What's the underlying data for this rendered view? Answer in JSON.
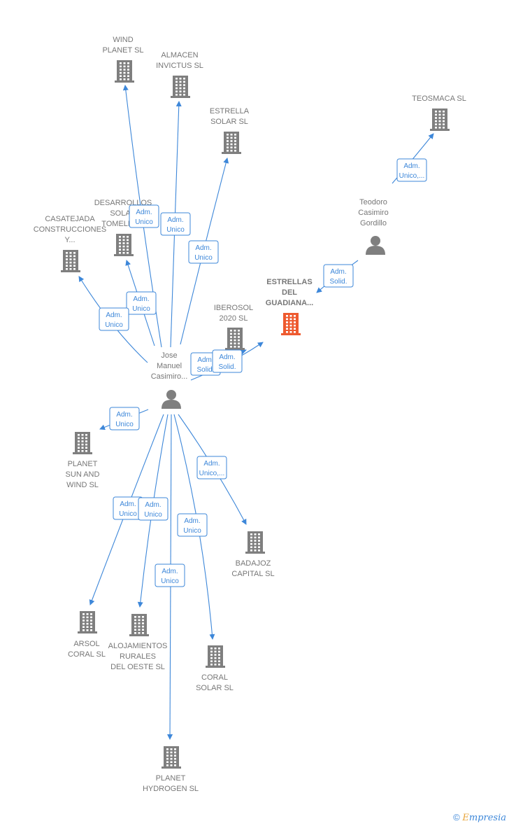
{
  "colors": {
    "edge": "#3d87d9",
    "building": "#7f7f7f",
    "building_main": "#ee5a2f",
    "person": "#7f7f7f",
    "label": "#777777"
  },
  "nodes": [
    {
      "id": "wind_planet",
      "type": "company",
      "label_lines": [
        "WIND",
        "PLANET  SL"
      ]
    },
    {
      "id": "almacen",
      "type": "company",
      "label_lines": [
        "ALMACEN",
        "INVICTUS  SL"
      ]
    },
    {
      "id": "estrella_solar",
      "type": "company",
      "label_lines": [
        "ESTRELLA",
        "SOLAR  SL"
      ]
    },
    {
      "id": "teosmaca",
      "type": "company",
      "label_lines": [
        "TEOSMACA  SL"
      ]
    },
    {
      "id": "desarrollos",
      "type": "company",
      "label_lines": [
        "DESARROLLOS",
        "SOLAR",
        "TOMELLO..."
      ]
    },
    {
      "id": "casatejada",
      "type": "company",
      "label_lines": [
        "CASATEJADA",
        "CONSTRUCCIONES",
        "Y..."
      ]
    },
    {
      "id": "teodoro",
      "type": "person",
      "label_lines": [
        "Teodoro",
        "Casimiro",
        "Gordillo"
      ]
    },
    {
      "id": "estrellas",
      "type": "company_main",
      "label_lines": [
        "ESTRELLAS",
        "DEL",
        "GUADIANA..."
      ]
    },
    {
      "id": "iberosol",
      "type": "company",
      "label_lines": [
        "IBEROSOL",
        "2020  SL"
      ]
    },
    {
      "id": "jose",
      "type": "person",
      "label_lines": [
        "Jose",
        "Manuel",
        "Casimiro..."
      ]
    },
    {
      "id": "planet_sun",
      "type": "company",
      "label_lines": [
        "PLANET",
        "SUN AND",
        "WIND  SL"
      ]
    },
    {
      "id": "badajoz",
      "type": "company",
      "label_lines": [
        "BADAJOZ",
        "CAPITAL  SL"
      ]
    },
    {
      "id": "arsol",
      "type": "company",
      "label_lines": [
        "ARSOL",
        "CORAL  SL"
      ]
    },
    {
      "id": "alojamientos",
      "type": "company",
      "label_lines": [
        "ALOJAMIENTOS",
        "RURALES",
        "DEL OESTE SL"
      ]
    },
    {
      "id": "coral_solar",
      "type": "company",
      "label_lines": [
        "CORAL",
        "SOLAR  SL"
      ]
    },
    {
      "id": "planet_hydrogen",
      "type": "company",
      "label_lines": [
        "PLANET",
        "HYDROGEN  SL"
      ]
    }
  ],
  "edges": [
    {
      "from": "jose",
      "to": "wind_planet",
      "label_lines": [
        "Adm.",
        "Unico"
      ]
    },
    {
      "from": "jose",
      "to": "almacen",
      "label_lines": [
        "Adm.",
        "Unico"
      ]
    },
    {
      "from": "jose",
      "to": "estrella_solar",
      "label_lines": [
        "Adm.",
        "Unico"
      ]
    },
    {
      "from": "jose",
      "to": "desarrollos",
      "label_lines": [
        "Adm.",
        "Unico"
      ]
    },
    {
      "from": "jose",
      "to": "casatejada",
      "label_lines": [
        "Adm.",
        "Unico"
      ]
    },
    {
      "from": "jose",
      "to": "estrellas",
      "label_lines": [
        "Adm.",
        "Solid."
      ]
    },
    {
      "from": "jose",
      "to": "iberosol",
      "label_lines": [
        "Adm.",
        "Solid."
      ]
    },
    {
      "from": "teodoro",
      "to": "teosmaca",
      "label_lines": [
        "Adm.",
        "Unico,..."
      ]
    },
    {
      "from": "teodoro",
      "to": "estrellas",
      "label_lines": [
        "Adm.",
        "Solid."
      ]
    },
    {
      "from": "jose",
      "to": "planet_sun",
      "label_lines": [
        "Adm.",
        "Unico"
      ]
    },
    {
      "from": "jose",
      "to": "badajoz",
      "label_lines": [
        "Adm.",
        "Unico,..."
      ]
    },
    {
      "from": "jose",
      "to": "arsol",
      "label_lines": [
        "Adm.",
        "Unico"
      ]
    },
    {
      "from": "jose",
      "to": "alojamientos",
      "label_lines": [
        "Adm.",
        "Unico"
      ]
    },
    {
      "from": "jose",
      "to": "coral_solar",
      "label_lines": [
        "Adm.",
        "Unico"
      ]
    },
    {
      "from": "jose",
      "to": "planet_hydrogen",
      "label_lines": [
        "Adm.",
        "Unico"
      ]
    }
  ],
  "footer": {
    "copyright_symbol": "©",
    "brand_initial": "E",
    "brand_rest": "mpresia"
  }
}
